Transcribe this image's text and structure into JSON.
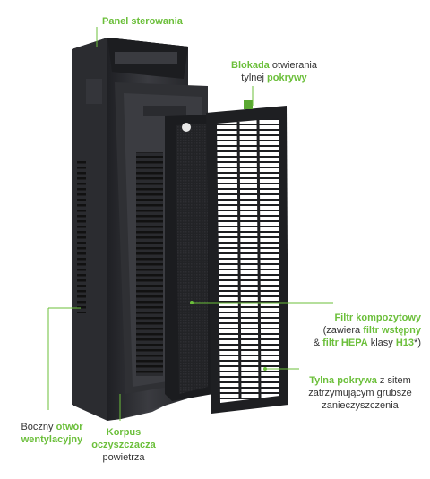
{
  "labels": {
    "panel": {
      "green": "Panel sterowania"
    },
    "lock": {
      "green1": "Blokada",
      "plain1": " otwierania",
      "plain2": "tylnej ",
      "green2": "pokrywy"
    },
    "filter": {
      "title": "Filtr kompozytowy",
      "line2_a": "(zawiera ",
      "line2_b": "filtr wstępny",
      "line3_a": "& ",
      "line3_b": "filtr HEPA",
      "line3_c": " klasy ",
      "line3_d": "H13",
      "line3_e": "*)"
    },
    "cover": {
      "green": "Tylna pokrywa",
      "plain1": " z sitem",
      "line2": "zatrzymującym grubsze",
      "line3": "zanieczyszczenia"
    },
    "vent": {
      "plain": "Boczny ",
      "green1": "otwór",
      "green2": "wentylacyjny"
    },
    "body": {
      "green1": "Korpus",
      "green2": "oczyszczacza",
      "plain": "powietrza"
    }
  },
  "colors": {
    "accent": "#6bbf3a",
    "device": "#2e2f33",
    "device_light": "#3c3d42",
    "text": "#333333"
  }
}
